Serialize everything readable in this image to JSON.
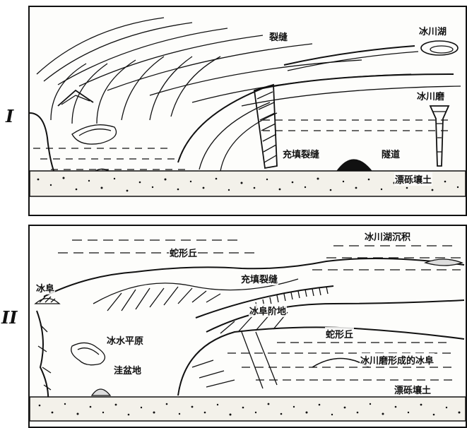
{
  "panel_1": {
    "numeral": "I",
    "labels": {
      "crevasse": "裂缝",
      "glacier_lake": "冰川湖",
      "moulin": "冰川磨",
      "filled_crevasse": "充填裂缝",
      "tunnel": "隧道",
      "till": "漂砾壤土"
    }
  },
  "panel_2": {
    "numeral": "II",
    "labels": {
      "lake_deposit": "冰川湖沉积",
      "esker_top": "蛇形丘",
      "filled_crevasse": "充填裂缝",
      "kame": "冰阜",
      "kame_terrace": "冰阜阶地",
      "outwash_plain": "冰水平原",
      "esker_lower": "蛇形丘",
      "kettle": "洼盆地",
      "moulin_kame": "冰川磨形成的冰阜",
      "till": "漂砾壤土"
    }
  }
}
